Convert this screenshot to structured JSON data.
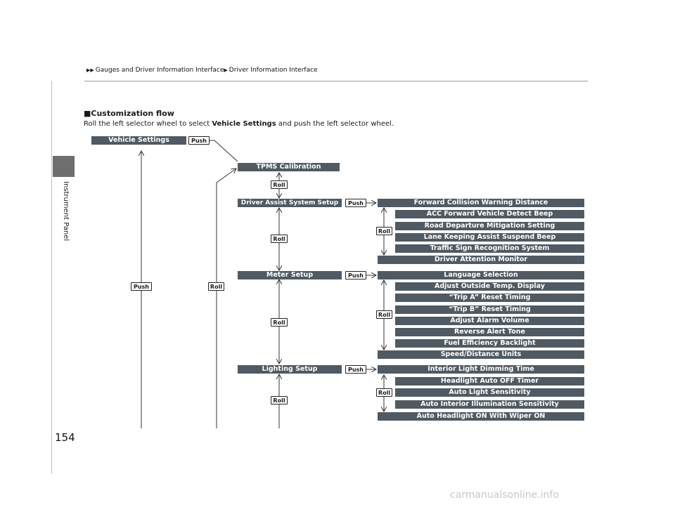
{
  "breadcrumb": {
    "part1": "Gauges and Driver Information Interface",
    "part2": "Driver Information Interface"
  },
  "sidebar": {
    "label": "Instrument Panel"
  },
  "page_number": "154",
  "section": {
    "heading": "Customization flow",
    "intro_before": "Roll the left selector wheel to select ",
    "intro_bold": "Vehicle Settings",
    "intro_after": " and push the left selector wheel."
  },
  "tags": {
    "push": "Push",
    "roll": "Roll"
  },
  "flow": {
    "vehicle_settings": "Vehicle Settings",
    "tpms": "TPMS Calibration",
    "driver_assist": "Driver Assist System Setup",
    "meter_setup": "Meter Setup",
    "lighting_setup": "Lighting Setup",
    "driver_assist_items": [
      "Forward Collision Warning Distance",
      "ACC Forward Vehicle Detect Beep",
      "Road Departure Mitigation Setting",
      "Lane Keeping Assist Suspend Beep",
      "Traffic Sign Recognition System",
      "Driver Attention Monitor"
    ],
    "meter_items": [
      "Language Selection",
      "Adjust Outside Temp. Display",
      "“Trip A” Reset Timing",
      "“Trip B” Reset Timing",
      "Adjust Alarm Volume",
      "Reverse Alert Tone",
      "Fuel Efficiency Backlight",
      "Speed/Distance Units"
    ],
    "lighting_items": [
      "Interior Light Dimming Time",
      "Headlight Auto OFF Timer",
      "Auto Light Sensitivity",
      "Auto Interior Illumination Sensitivity",
      "Auto Headlight ON With Wiper ON"
    ]
  },
  "watermark": "carmanualsonline.info"
}
